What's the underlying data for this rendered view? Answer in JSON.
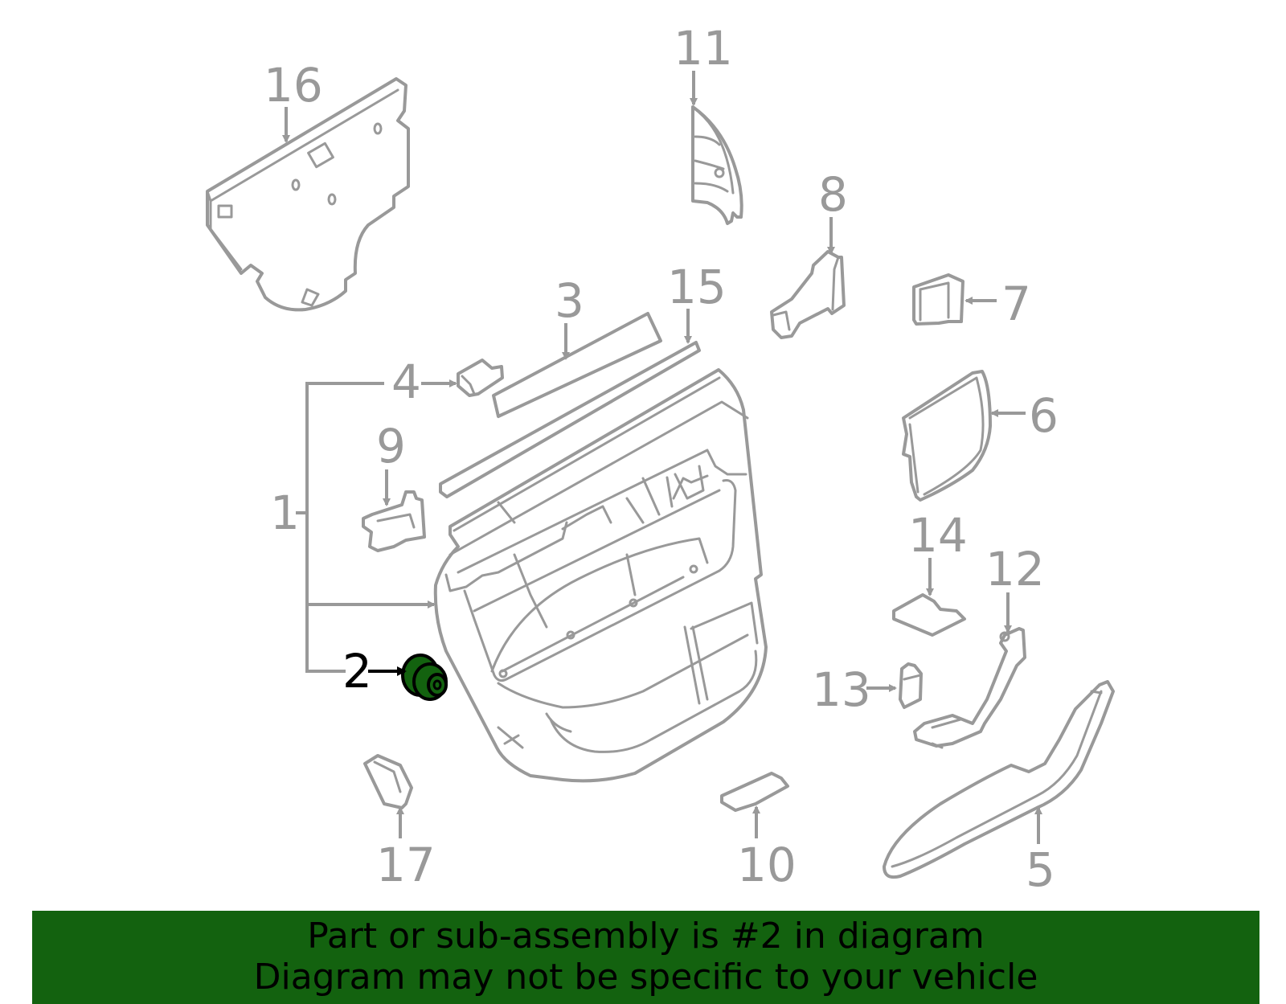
{
  "callouts": {
    "c1": "1",
    "c2": "2",
    "c3": "3",
    "c4": "4",
    "c5": "5",
    "c6": "6",
    "c7": "7",
    "c8": "8",
    "c9": "9",
    "c10": "10",
    "c11": "11",
    "c12": "12",
    "c13": "13",
    "c14": "14",
    "c15": "15",
    "c16": "16",
    "c17": "17"
  },
  "highlight": {
    "part": "2",
    "color": "#13620f"
  },
  "banner": {
    "line1": "Part or sub-assembly is #2 in diagram",
    "line2": "Diagram may not be specific to your vehicle",
    "background": "#13620f"
  }
}
